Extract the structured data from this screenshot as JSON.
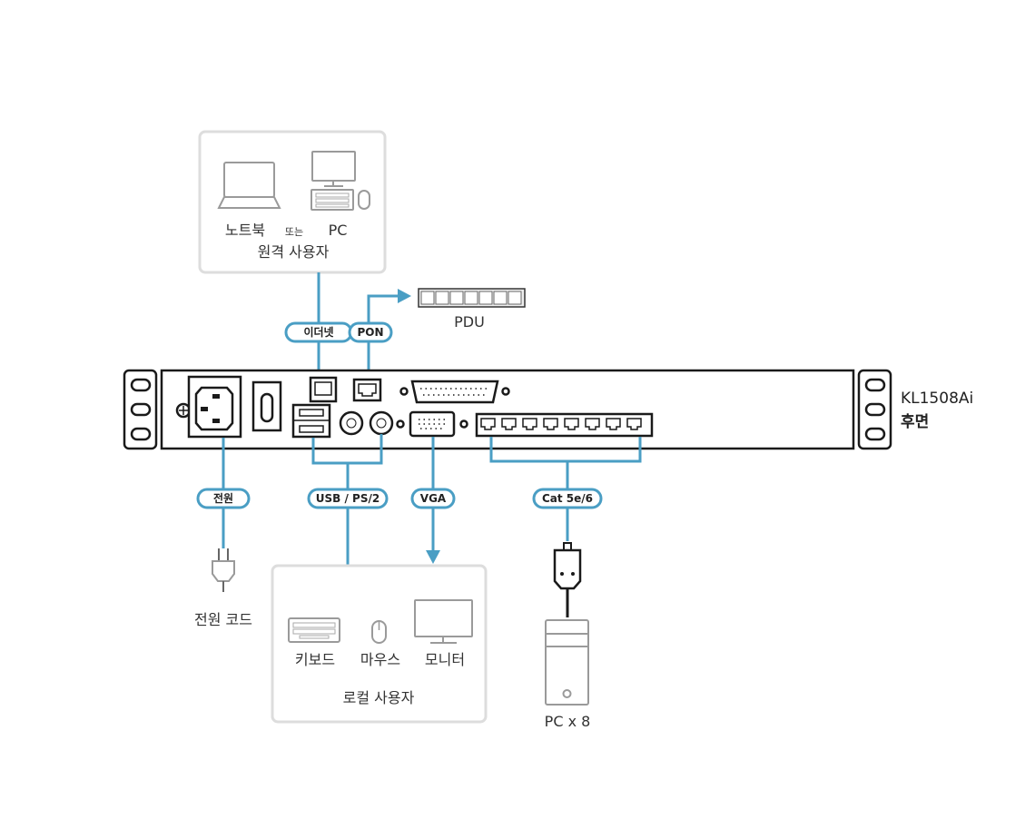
{
  "colors": {
    "connector": "#4a9ec4",
    "box_border": "#dddddd",
    "device": "#1a1a1a"
  },
  "remote": {
    "laptop": "노트북",
    "or": "또는",
    "pc": "PC",
    "title": "원격 사용자"
  },
  "pdu": {
    "label": "PDU"
  },
  "connections": {
    "ethernet": "이더넷",
    "pon": "PON",
    "power": "전원",
    "usb_ps2": "USB / PS/2",
    "vga": "VGA",
    "cat": "Cat 5e/6"
  },
  "device": {
    "model": "KL1508Ai",
    "view": "후면"
  },
  "power_cord": {
    "label": "전원 코드"
  },
  "local": {
    "keyboard": "키보드",
    "mouse": "마우스",
    "monitor": "모니터",
    "title": "로컬 사용자"
  },
  "pcs": {
    "label": "PC x 8"
  }
}
